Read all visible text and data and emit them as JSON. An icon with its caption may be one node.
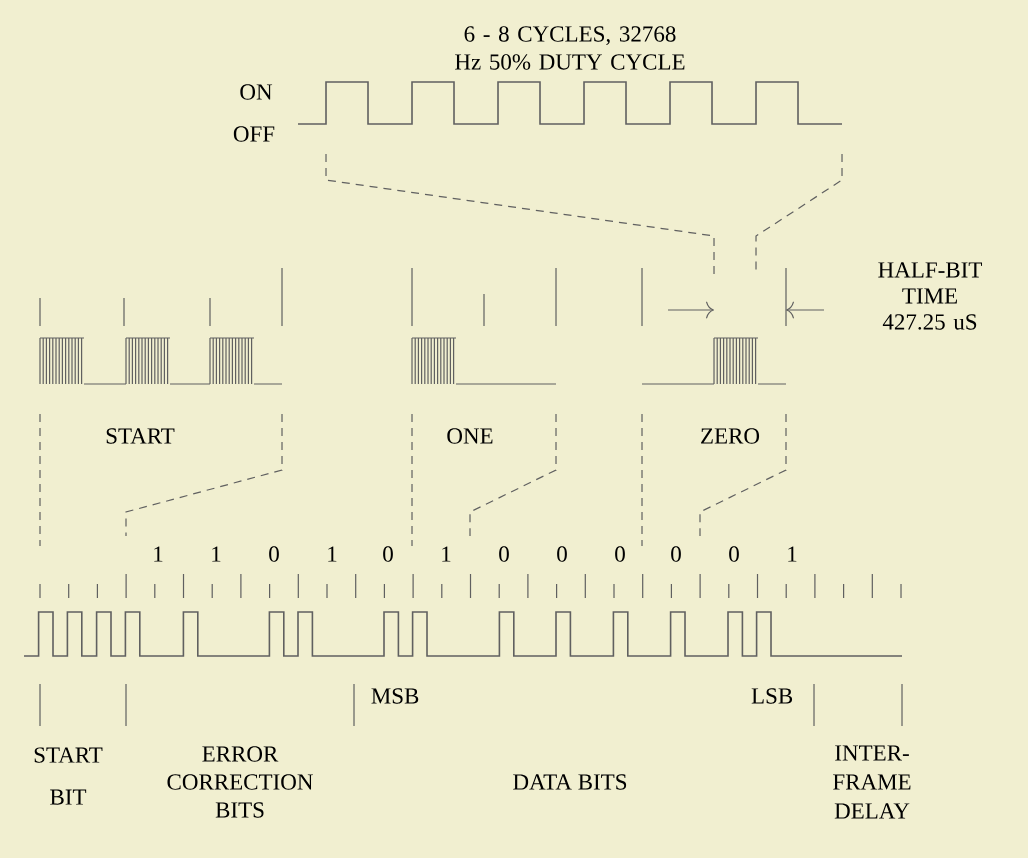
{
  "diagram": {
    "labels": [
      "6 - 8 CYCLES, 32768 Hz 50% DUTY CYCLE",
      "ON",
      "OFF",
      "HALF-BIT TIME 427.25 uS",
      "START",
      "ONE",
      "ZERO",
      "1",
      "1",
      "0",
      "1",
      "0",
      "1",
      "0",
      "0",
      "0",
      "0",
      "0",
      "1",
      "MSB",
      "LSB",
      "START BIT",
      "ERROR CORRECTION BITS",
      "DATA BITS",
      "INTER- FRAME DELAY"
    ]
  }
}
